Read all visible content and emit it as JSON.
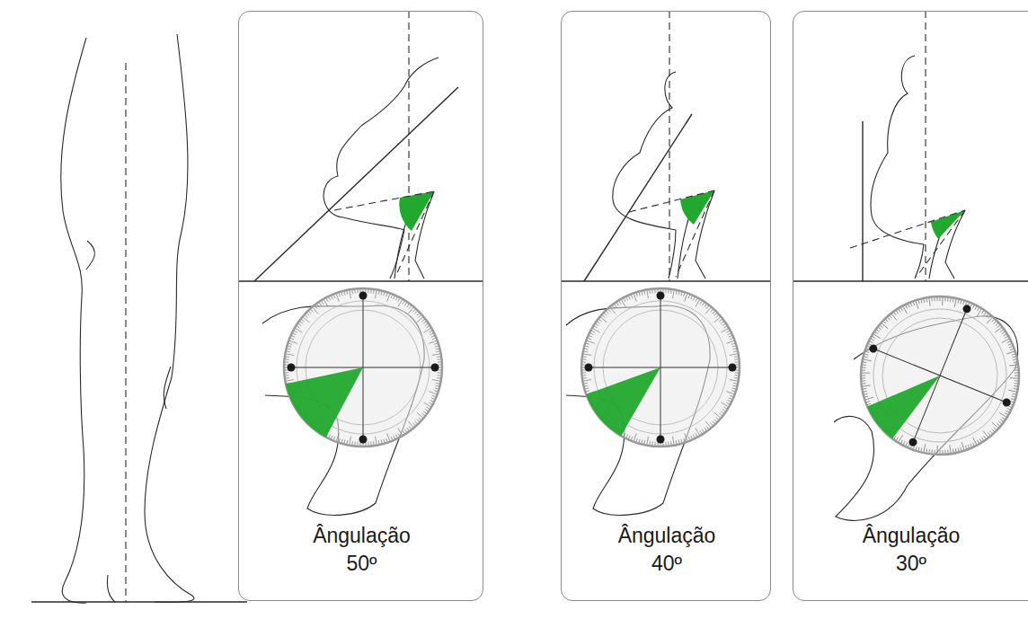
{
  "diagram": {
    "nodes": [
      {
        "text": [
          "Ângulação",
          "50º"
        ]
      },
      {
        "text": [
          "Ângulação",
          "40º"
        ]
      },
      {
        "text": [
          "Ângulação",
          "30º"
        ]
      }
    ]
  }
}
